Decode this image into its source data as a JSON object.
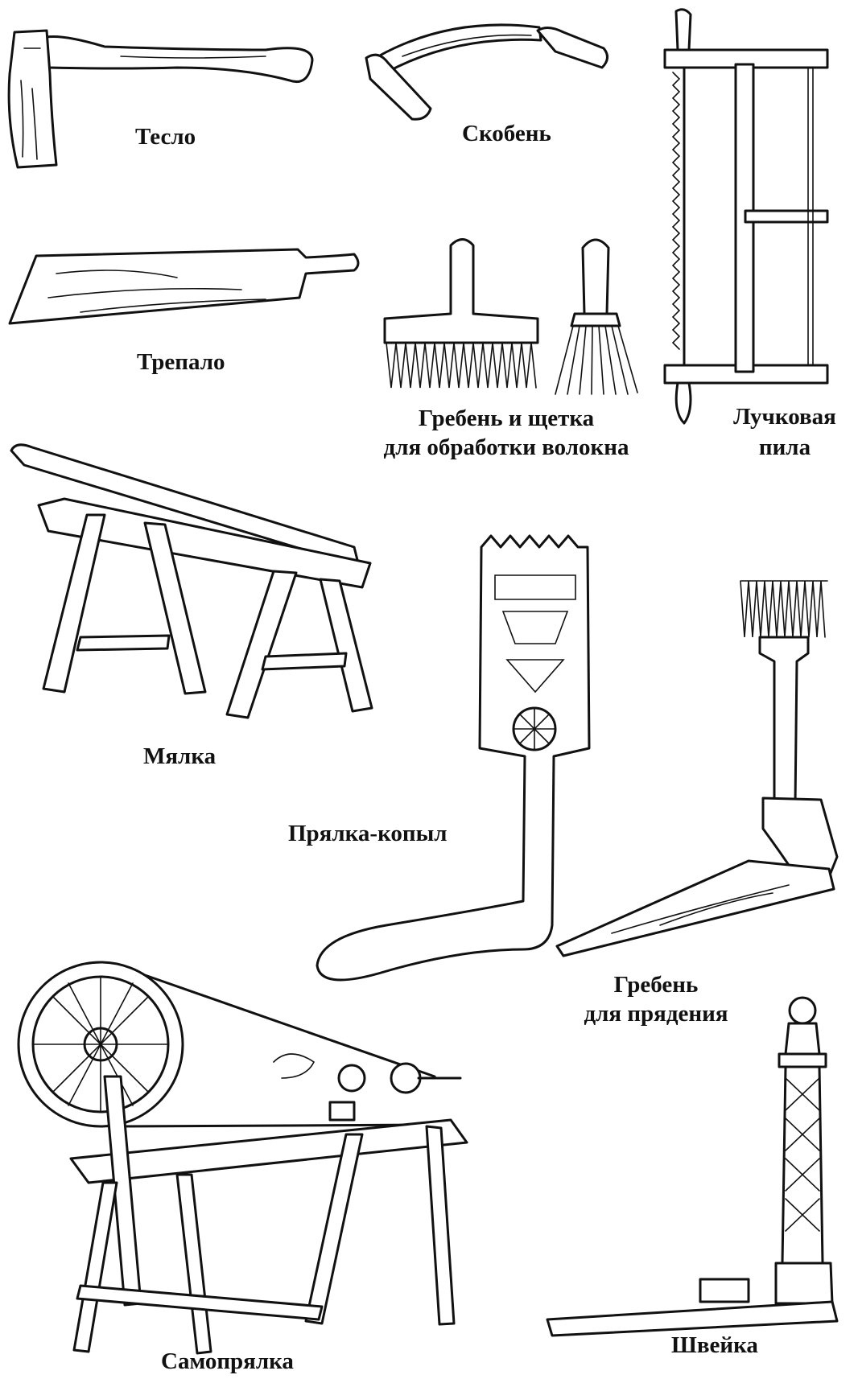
{
  "tools": {
    "teslo": "Тесло",
    "skoben": "Скобень",
    "trepalo": "Трепало",
    "greben_line1": "Гребень и щетка",
    "greben_line2": "для обработки волокна",
    "pila_line1": "Лучковая",
    "pila_line2": "пила",
    "myalka": "Мялка",
    "pryalka_kopyl": "Прялка-копыл",
    "greben_pryad_line1": "Гребень",
    "greben_pryad_line2": "для прядения",
    "shveyka": "Швейка",
    "samopryalka": "Самопрялка"
  }
}
